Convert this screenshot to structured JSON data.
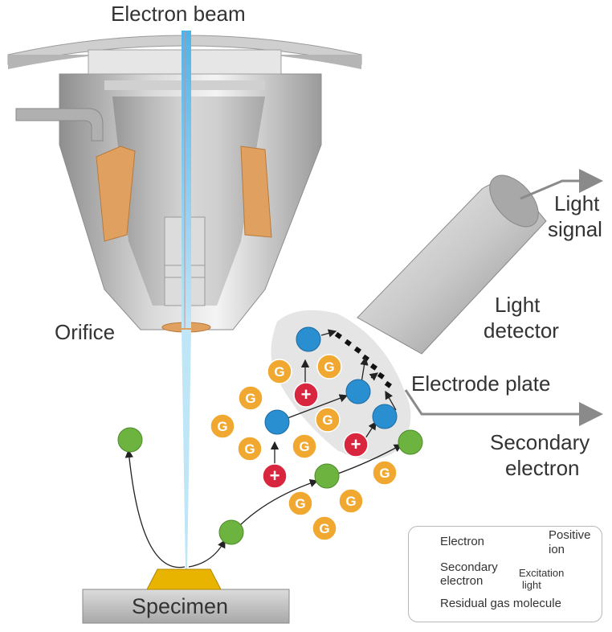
{
  "labels": {
    "electron_beam": "Electron beam",
    "orifice": "Orifice",
    "light_signal_1": "Light",
    "light_signal_2": "signal",
    "light_detector_1": "Light",
    "light_detector_2": "detector",
    "electrode_plate": "Electrode plate",
    "secondary_electron_1": "Secondary",
    "secondary_electron_2": "electron",
    "specimen": "Specimen"
  },
  "particles": {
    "gas_letter": "G",
    "ion_symbol": "+"
  },
  "legend": {
    "electron": "Electron",
    "positive_ion_1": "Positive",
    "positive_ion_2": "ion",
    "secondary_electron_1": "Secondary",
    "secondary_electron_2": "electron",
    "excitation_light_1": "Excitation",
    "excitation_light_2": "light",
    "residual_gas": "Residual gas molecule"
  },
  "colors": {
    "electron": "#2a8fd0",
    "secondary_electron": "#6db33f",
    "positive_ion": "#d7263d",
    "gas_molecule": "#f0a830",
    "excitation_light": "#e4e4e4",
    "magnet_coil": "#e0a060",
    "specimen": "#e8b400",
    "beam": "#6cc3ea"
  }
}
